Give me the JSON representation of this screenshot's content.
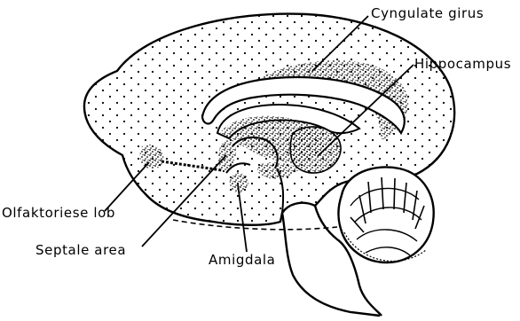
{
  "labels": {
    "cyngulate_girus": "Cyngulate girus",
    "hippocampus": "Hippocampus",
    "olfaktoriese_lob": "Olfaktoriese lob",
    "septale_area": "Septale area",
    "amigdala": "Amigdala"
  },
  "colors": {
    "ink": "#000000",
    "background": "#ffffff"
  }
}
